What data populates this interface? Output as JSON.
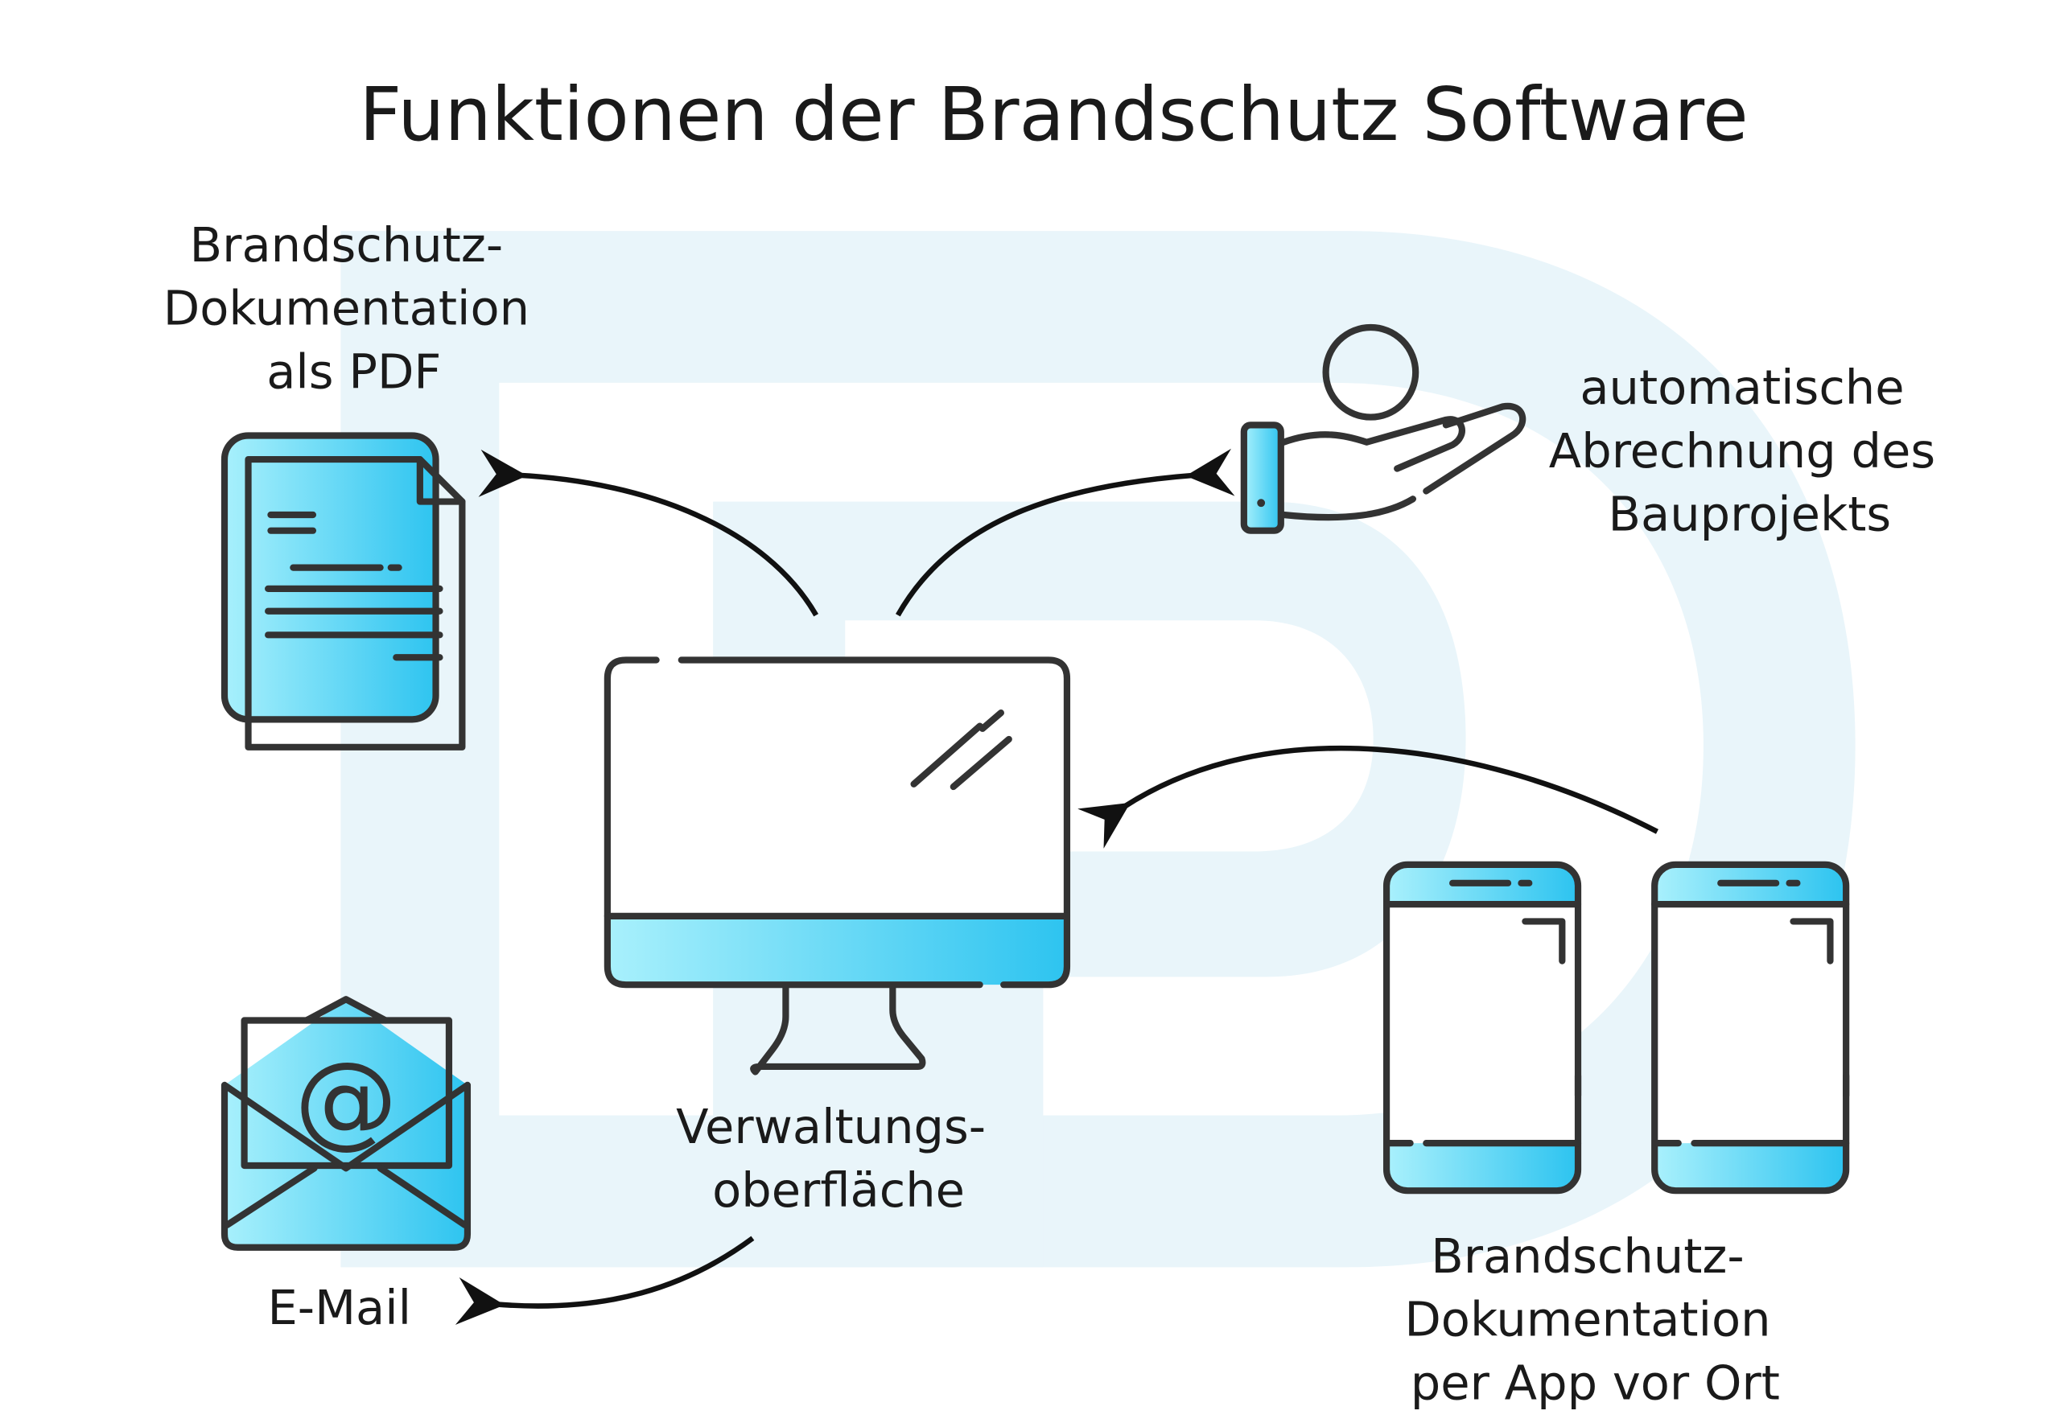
{
  "title": "Funktionen der Brandschutz Software",
  "labels": {
    "pdf": [
      "Brandschutz-",
      "Dokumentation",
      "als PDF"
    ],
    "billing": [
      "automatische",
      "Abrechnung des",
      "Bauprojekts"
    ],
    "admin": [
      "Verwaltungs-",
      "oberfläche"
    ],
    "email": "E-Mail",
    "app": [
      "Brandschutz-",
      "Dokumentation",
      "per App vor Ort"
    ]
  },
  "email_symbol": "@",
  "colors": {
    "stroke": "#333333",
    "gradient_start": "#a8f0fc",
    "gradient_end": "#2ec4f0",
    "background_letter": "#e9f5fa"
  }
}
